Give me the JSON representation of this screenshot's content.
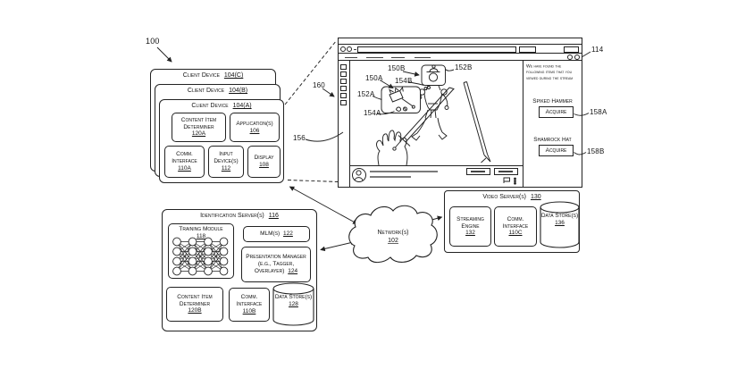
{
  "figure_ref": "100",
  "callouts": {
    "100": "100",
    "114": "114",
    "156": "156",
    "160": "160",
    "150A": "150A",
    "150B": "150B",
    "152A": "152A",
    "152B": "152B",
    "154A": "154A",
    "154B": "154B",
    "158A": "158A",
    "158B": "158B"
  },
  "client_stack": {
    "devices": [
      {
        "label": "Client Device",
        "ref": "104(C)"
      },
      {
        "label": "Client Device",
        "ref": "104(B)"
      },
      {
        "label": "Client Device",
        "ref": "104(A)"
      }
    ],
    "modules": {
      "content_item_determiner": {
        "label": "Content Item Determiner",
        "ref": "120A"
      },
      "applications": {
        "label": "Application(s)",
        "ref": "106"
      },
      "comm_interface": {
        "label": "Comm. Interface",
        "ref": "110A"
      },
      "input_devices": {
        "label": "Input Device(s)",
        "ref": "112"
      },
      "display": {
        "label": "Display",
        "ref": "108"
      }
    }
  },
  "browser": {
    "panel": {
      "message": "We have found the following items that you viewed during the stream",
      "items": [
        {
          "name": "Spiked Hammer",
          "button": "Acquire"
        },
        {
          "name": "Shamrock Hat",
          "button": "Acquire"
        }
      ]
    },
    "icons": [
      "window-minimize",
      "window-maximize",
      "window-close",
      "back-circle",
      "forward-circle",
      "sidebar-squares",
      "avatar",
      "share-flag",
      "kebab-menu"
    ]
  },
  "identification_server": {
    "title": "Identification Server(s)",
    "ref": "116",
    "training_module": {
      "label": "Training Module",
      "ref": "118"
    },
    "mlms": {
      "label": "MLM(s)",
      "ref": "122"
    },
    "presentation_manager": {
      "label": "Presentation Manager (e.g., Tagger, Overlayer)",
      "ref": "124"
    },
    "content_item_determiner": {
      "label": "Content Item Determiner",
      "ref": "120B"
    },
    "comm_interface": {
      "label": "Comm. Interface",
      "ref": "110B"
    },
    "data_store": {
      "label": "Data Store(s)",
      "ref": "128"
    }
  },
  "network": {
    "label": "Network(s)",
    "ref": "102"
  },
  "video_server": {
    "title": "Video Server(s)",
    "ref": "130",
    "streaming_engine": {
      "label": "Streaming Engine",
      "ref": "132"
    },
    "comm_interface": {
      "label": "Comm. Interface",
      "ref": "110C"
    },
    "data_store": {
      "label": "Data Store(s)",
      "ref": "136"
    }
  }
}
